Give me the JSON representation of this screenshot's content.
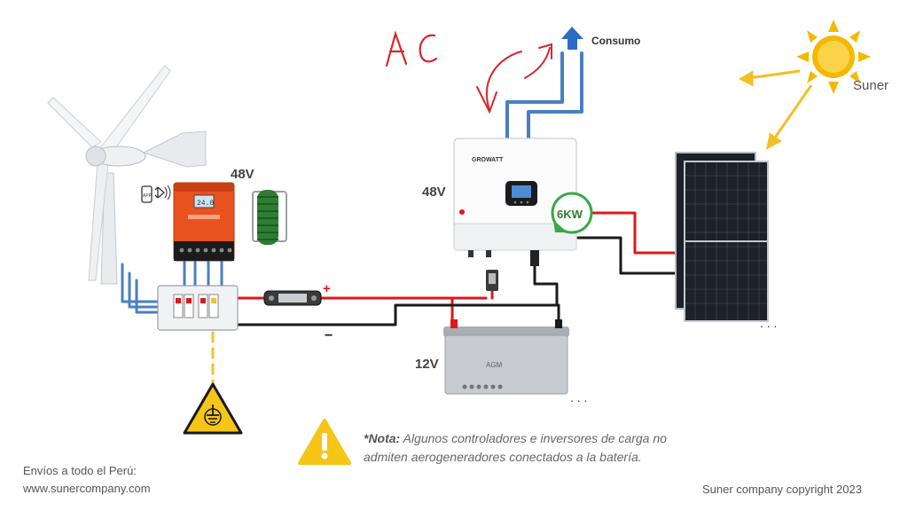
{
  "labels": {
    "ac": "AC",
    "consumo": "Consumo",
    "suner": "Suner",
    "v_controller": "48V",
    "v_inverter": "48V",
    "v_battery": "12V",
    "plus": "+",
    "minus": "−",
    "kw": "6KW",
    "inverter_brand": "GROWATT",
    "battery_brand": "AGM",
    "dots_battery": ". . .",
    "dots_panels": ". . .",
    "app": "APP"
  },
  "note": {
    "prefix": "*Nota:",
    "line1": "Algunos controladores e inversores de carga no",
    "line2": "admiten aerogeneradores conectados a la batería."
  },
  "footer": {
    "left_line1": "Envíos a todo el Perú:",
    "left_line2": "www.sunercompany.com",
    "right": "Suner company copyright 2023"
  },
  "colors": {
    "red_wire": "#e0161b",
    "black_wire": "#1a1a1a",
    "blue_wire": "#4a7fc1",
    "sun": "#f5b800",
    "sun_rays": "#f2bf25",
    "controller": "#e8521f",
    "warning": "#f5c518"
  }
}
